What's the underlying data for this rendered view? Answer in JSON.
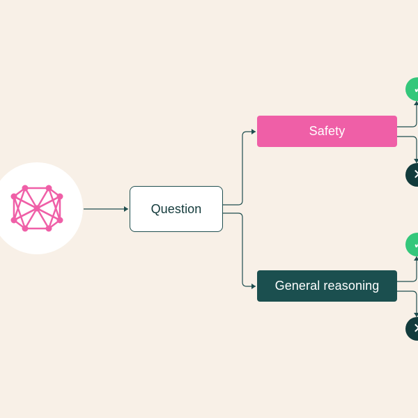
{
  "diagram": {
    "question_label": "Question",
    "safety_label": "Safety",
    "general_label": "General reasoning",
    "icons": {
      "source": "neural-network-icon",
      "pass": "check-icon",
      "fail": "x-icon"
    },
    "colors": {
      "background": "#f8f0e7",
      "safety": "#ef5fa7",
      "general": "#1b4f4f",
      "pass": "#34c77b",
      "fail": "#123b3c",
      "connector": "#1f4e4f"
    }
  }
}
